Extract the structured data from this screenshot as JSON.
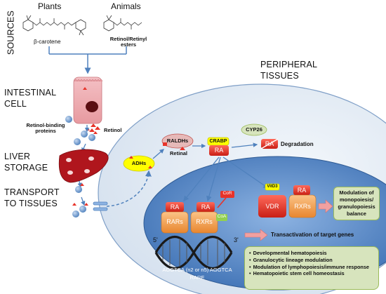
{
  "sources_label": "SOURCES",
  "plants_label": "Plants",
  "animals_label": "Animals",
  "beta_carotene_label": "β-carotene",
  "retinol_esters_label": "Retinol/Retinyl esters",
  "intestinal_cell_label": "INTESTINAL CELL",
  "retinol_label": "Retinol",
  "retinol_binding_label": "Retinol-binding proteins",
  "liver_storage_label": "LIVER STORAGE",
  "transport_label": "TRANSPORT TO TISSUES",
  "peripheral_label": "PERIPHERAL TISSUES",
  "adhs_label": "ADHs",
  "raldhs_label": "RALDHs",
  "retinal_label": "Retinal",
  "crabp_label": "CRABP",
  "ra_label": "RA",
  "cyp26_label": "CYP26",
  "degradation_label": "Degradation",
  "vitd3_label": "VitD3",
  "vdr_label": "VDR",
  "rxrs_label": "RXRs",
  "rars_label": "RARs",
  "cor_label": "CoR",
  "coa_label": "CoA",
  "modulation_label": "Modulation of monopoiesis/ granulopoiesis balance",
  "transactivation_label": "Transactivation of target genes",
  "dna_5_label": "5'",
  "dna_3_label": "3'",
  "dna_seq_label": "AGGTCA (n2 or n5) AGGTCA",
  "rare_label": "RARE",
  "outcomes": [
    "Developmental hematopoiesis",
    "Granulocytic lineage modulation",
    "Modulation of lymphopoiesis/immune response",
    "Hematopoietic stem cell homeostasis"
  ],
  "colors": {
    "cell_fill": "#dbe5f1",
    "nucleus_fill": "#4f81bd",
    "arrow_blue": "#4f81bd",
    "ra_red": "#e8332a",
    "receptor_orange": "#f0a04b",
    "liver": "#b0161d",
    "box_green": "#d7e4bd"
  }
}
